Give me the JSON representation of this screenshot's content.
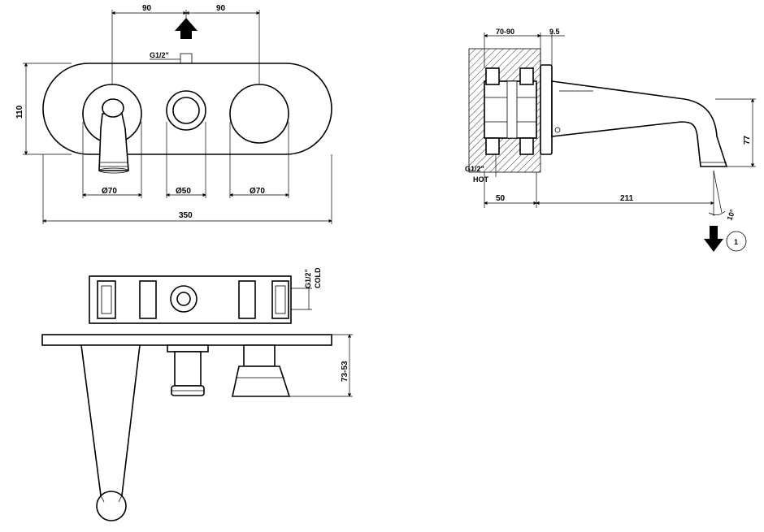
{
  "front_view": {
    "dim_spacing_left": "90",
    "dim_spacing_right": "90",
    "dim_height": "110",
    "dim_total_width": "350",
    "dim_handle_diameter": "Ø70",
    "dim_center_diameter": "Ø50",
    "dim_right_diameter": "Ø70",
    "connection_top": "G1/2\""
  },
  "side_view": {
    "dim_wall_thickness": "70-90",
    "dim_plate": "9.5",
    "dim_spout_drop": "77",
    "dim_body_depth": "50",
    "dim_spout_projection": "211",
    "dim_angle": "10°",
    "connection_hot": "G1/2\"",
    "hot_label": "HOT",
    "flow_marker": "1"
  },
  "top_view": {
    "connection_cold": "G1/2\"",
    "cold_label": "COLD",
    "dim_handle_projection": "73-53"
  },
  "colors": {
    "line": "#000000",
    "hatch": "#000000",
    "background": "#ffffff"
  }
}
